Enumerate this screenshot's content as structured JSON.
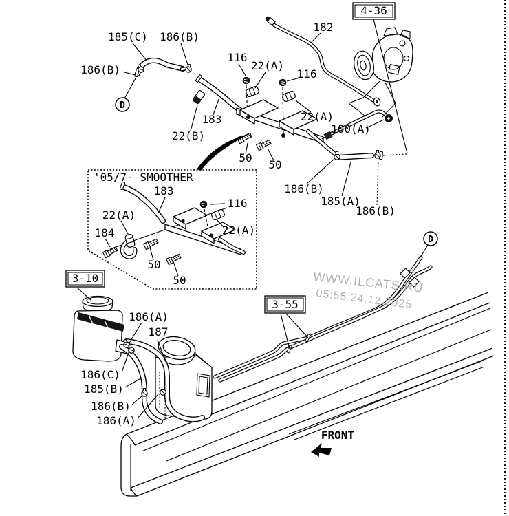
{
  "diagram": {
    "background": "#ffffff",
    "ink": "#000000",
    "watermark": {
      "line1": "WWW.ILCATS.RU",
      "line2": "05:55 24.12.2025",
      "color": "#a9a9a9"
    },
    "front_arrow_label": "FRONT",
    "inset_note": "'05/7- SMOOTHER",
    "connector_letter": "D",
    "ref_boxes": {
      "pump": "4-36",
      "reservoir": "3-10",
      "frame_pipes": "3-55"
    },
    "part_labels": [
      {
        "text": "185(C)"
      },
      {
        "text": "186(B)"
      },
      {
        "text": "186(B)"
      },
      {
        "text": "116"
      },
      {
        "text": "22(A)"
      },
      {
        "text": "116"
      },
      {
        "text": "182"
      },
      {
        "text": "22(B)"
      },
      {
        "text": "183"
      },
      {
        "text": "22(A)"
      },
      {
        "text": "100(A)"
      },
      {
        "text": "50"
      },
      {
        "text": "50"
      },
      {
        "text": "186(B)"
      },
      {
        "text": "185(A)"
      },
      {
        "text": "186(B)"
      },
      {
        "text": "183"
      },
      {
        "text": "22(A)"
      },
      {
        "text": "184"
      },
      {
        "text": "116"
      },
      {
        "text": "22(A)"
      },
      {
        "text": "50"
      },
      {
        "text": "50"
      },
      {
        "text": "186(A)"
      },
      {
        "text": "187"
      },
      {
        "text": "186(C)"
      },
      {
        "text": "185(B)"
      },
      {
        "text": "186(B)"
      },
      {
        "text": "186(A)"
      }
    ]
  }
}
